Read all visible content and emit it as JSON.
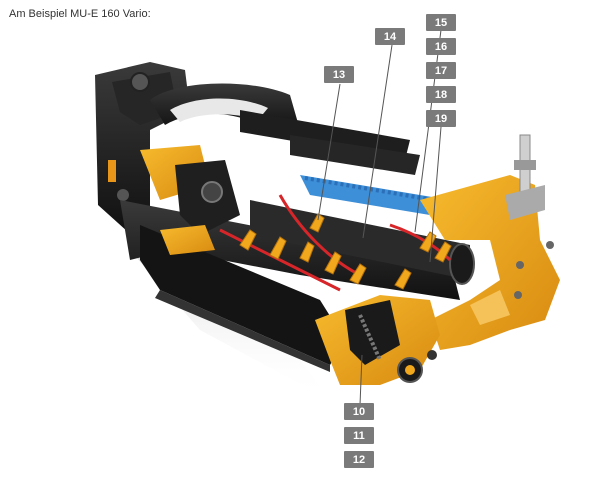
{
  "caption": "Am Beispiel MU-E 160 Vario:",
  "callouts": [
    {
      "id": "c13",
      "label": "13"
    },
    {
      "id": "c14",
      "label": "14"
    },
    {
      "id": "c15",
      "label": "15"
    },
    {
      "id": "c16",
      "label": "16"
    },
    {
      "id": "c17",
      "label": "17"
    },
    {
      "id": "c18",
      "label": "18"
    },
    {
      "id": "c19",
      "label": "19"
    },
    {
      "id": "c10",
      "label": "10"
    },
    {
      "id": "c11",
      "label": "11"
    },
    {
      "id": "c12",
      "label": "12"
    }
  ],
  "colors": {
    "frame": "#1b1b1b",
    "accent": "#f2a81d",
    "belt": "#3d8fd8",
    "hose": "#d6262a",
    "tag": "#7a7a7a"
  }
}
